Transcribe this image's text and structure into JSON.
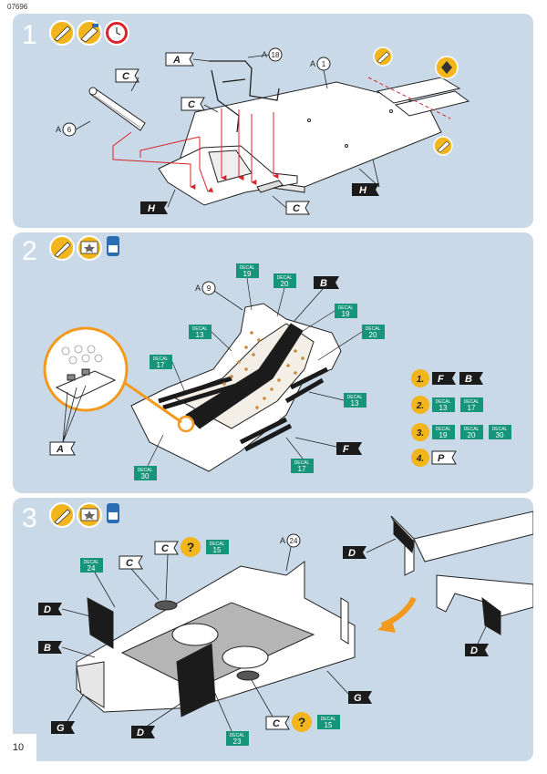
{
  "page": {
    "product_code": "07696",
    "page_number": "10"
  },
  "steps": [
    {
      "number": "1",
      "tools": [
        "cutter-icon",
        "glue-icon",
        "clock-icon"
      ],
      "parts": {
        "A18": "18",
        "A1": "1",
        "A6": "6"
      },
      "letters": {
        "A": "A",
        "C": "C",
        "H": "H"
      }
    },
    {
      "number": "2",
      "tools": [
        "brush-icon",
        "decal-icon",
        "water-icon"
      ],
      "parts": {
        "A9": "9"
      },
      "decals": {
        "word": "DECAL",
        "n13": "13",
        "n17": "17",
        "n19": "19",
        "n20": "20",
        "n30": "30"
      },
      "letters": {
        "A": "A",
        "B": "B",
        "F": "F",
        "P": "P"
      },
      "sequence": [
        "1.",
        "2.",
        "3.",
        "4."
      ]
    },
    {
      "number": "3",
      "tools": [
        "brush-icon",
        "decal-icon",
        "water-icon"
      ],
      "parts": {
        "A24": "24"
      },
      "decals": {
        "word": "DECAL",
        "n15": "15",
        "n23": "23",
        "n24": "24"
      },
      "letters": {
        "B": "B",
        "C": "C",
        "D": "D",
        "G": "G"
      },
      "question": "?"
    }
  ],
  "colors": {
    "panel": "#cad9e8",
    "tool_yellow": "#f2b51c",
    "decal_green": "#17957a",
    "label_black": "#1b1b1b",
    "arrow_orange": "#f39a1e",
    "red": "#d9242a"
  }
}
